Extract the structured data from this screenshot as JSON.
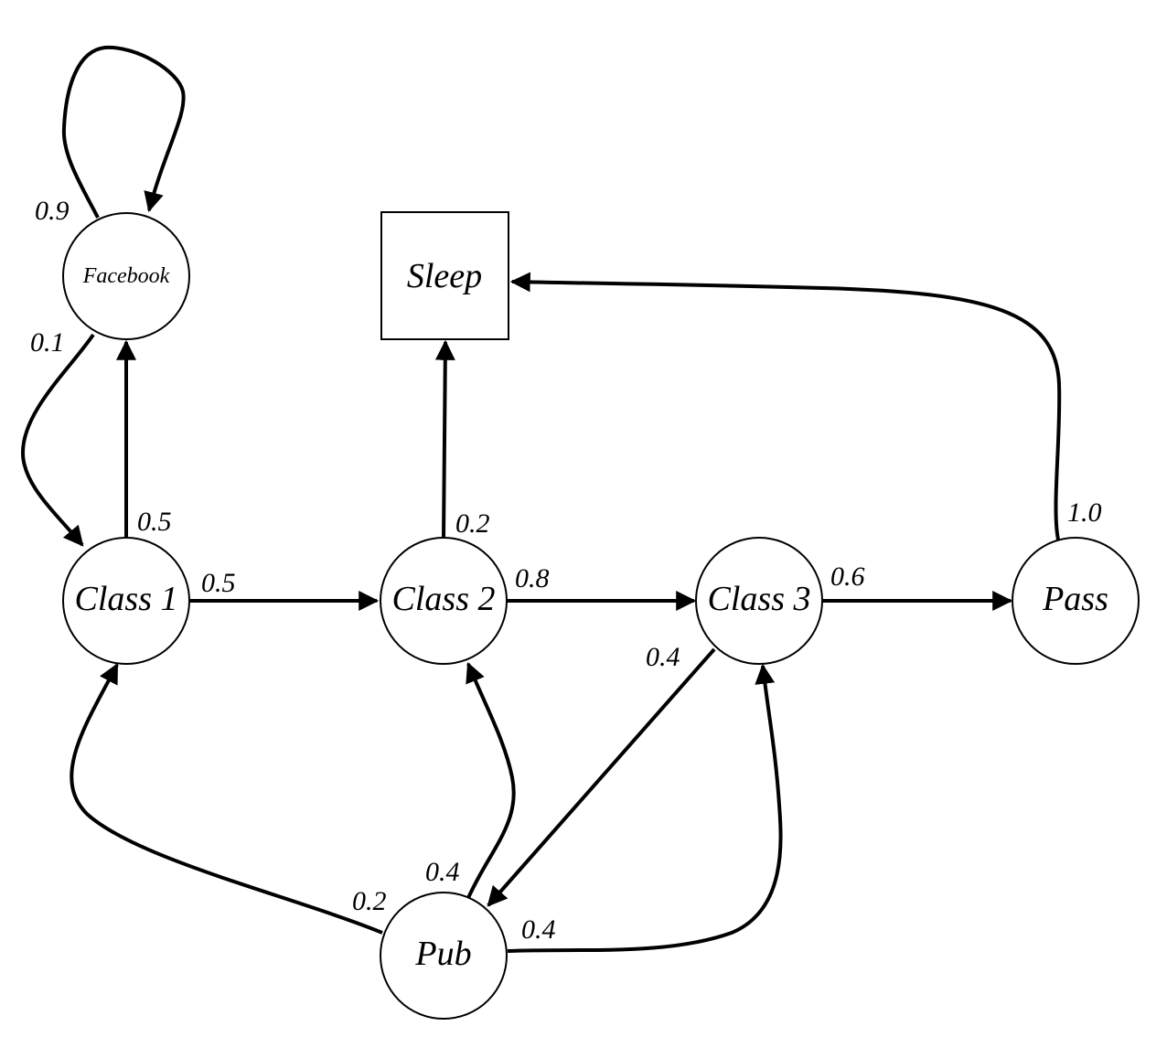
{
  "diagram": {
    "type": "markov-chain",
    "nodes": [
      {
        "id": "facebook",
        "label": "Facebook",
        "shape": "circle"
      },
      {
        "id": "sleep",
        "label": "Sleep",
        "shape": "square"
      },
      {
        "id": "class1",
        "label": "Class 1",
        "shape": "circle"
      },
      {
        "id": "class2",
        "label": "Class 2",
        "shape": "circle"
      },
      {
        "id": "class3",
        "label": "Class 3",
        "shape": "circle"
      },
      {
        "id": "pass",
        "label": "Pass",
        "shape": "circle"
      },
      {
        "id": "pub",
        "label": "Pub",
        "shape": "circle"
      }
    ],
    "edges": [
      {
        "from": "facebook",
        "to": "facebook",
        "label": "0.9"
      },
      {
        "from": "facebook",
        "to": "class1",
        "label": "0.1"
      },
      {
        "from": "class1",
        "to": "facebook",
        "label": "0.5"
      },
      {
        "from": "class1",
        "to": "class2",
        "label": "0.5"
      },
      {
        "from": "class2",
        "to": "sleep",
        "label": "0.2"
      },
      {
        "from": "class2",
        "to": "class3",
        "label": "0.8"
      },
      {
        "from": "class3",
        "to": "pass",
        "label": "0.6"
      },
      {
        "from": "class3",
        "to": "pub",
        "label": "0.4"
      },
      {
        "from": "pass",
        "to": "sleep",
        "label": "1.0"
      },
      {
        "from": "pub",
        "to": "class1",
        "label": "0.2"
      },
      {
        "from": "pub",
        "to": "class2",
        "label": "0.4"
      },
      {
        "from": "pub",
        "to": "class3",
        "label": "0.4"
      }
    ]
  }
}
